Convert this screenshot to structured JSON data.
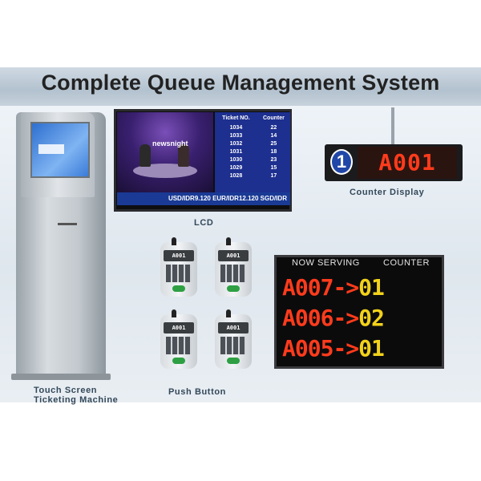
{
  "title": "Complete Queue Management System",
  "captions": {
    "kiosk": [
      "Touch Screen",
      "Ticketing Machine"
    ],
    "lcd": "LCD",
    "counter_display": "Counter Display",
    "push_button": "Push Button"
  },
  "lcd": {
    "logo": "newsnight",
    "headers": [
      "Ticket NO.",
      "Counter"
    ],
    "rows": [
      [
        "1034",
        "22"
      ],
      [
        "1033",
        "14"
      ],
      [
        "1032",
        "25"
      ],
      [
        "1031",
        "18"
      ],
      [
        "1030",
        "23"
      ],
      [
        "1029",
        "15"
      ],
      [
        "1028",
        "17"
      ]
    ],
    "ticker": "USD/IDR9.120 EUR/IDR12.120 SGD/IDR"
  },
  "counter_display": {
    "number": "1",
    "code": "A001"
  },
  "remote_screen": "A001",
  "board": {
    "headers": [
      "NOW SERVING",
      "COUNTER"
    ],
    "rows": [
      {
        "ticket": "A007",
        "arrow": "->",
        "counter": "01"
      },
      {
        "ticket": "A006",
        "arrow": "->",
        "counter": "02"
      },
      {
        "ticket": "A005",
        "arrow": "->",
        "counter": "01"
      }
    ]
  },
  "colors": {
    "led_red": "#ff3b1c",
    "led_yellow": "#f2d21a",
    "lcd_blue": "#1d2f8f",
    "counter_badge": "#2147a8"
  }
}
